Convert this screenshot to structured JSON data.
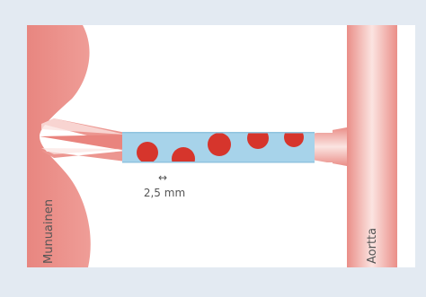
{
  "labels": {
    "left_vessel": "Munuainen",
    "right_vessel": "Aortta",
    "scale_symbol": "↔",
    "scale_text": "2,5 mm"
  },
  "colors": {
    "frame_background": "#e3eaf2",
    "panel_background": "#ffffff",
    "tissue": "#ea8e88",
    "vessel_highlight": "#fbe4e1",
    "tube_fill": "#a7d3ea",
    "red_cell": "#d6352c",
    "label_text": "#555555"
  },
  "icons": {
    "scale": "double-arrow-icon"
  }
}
